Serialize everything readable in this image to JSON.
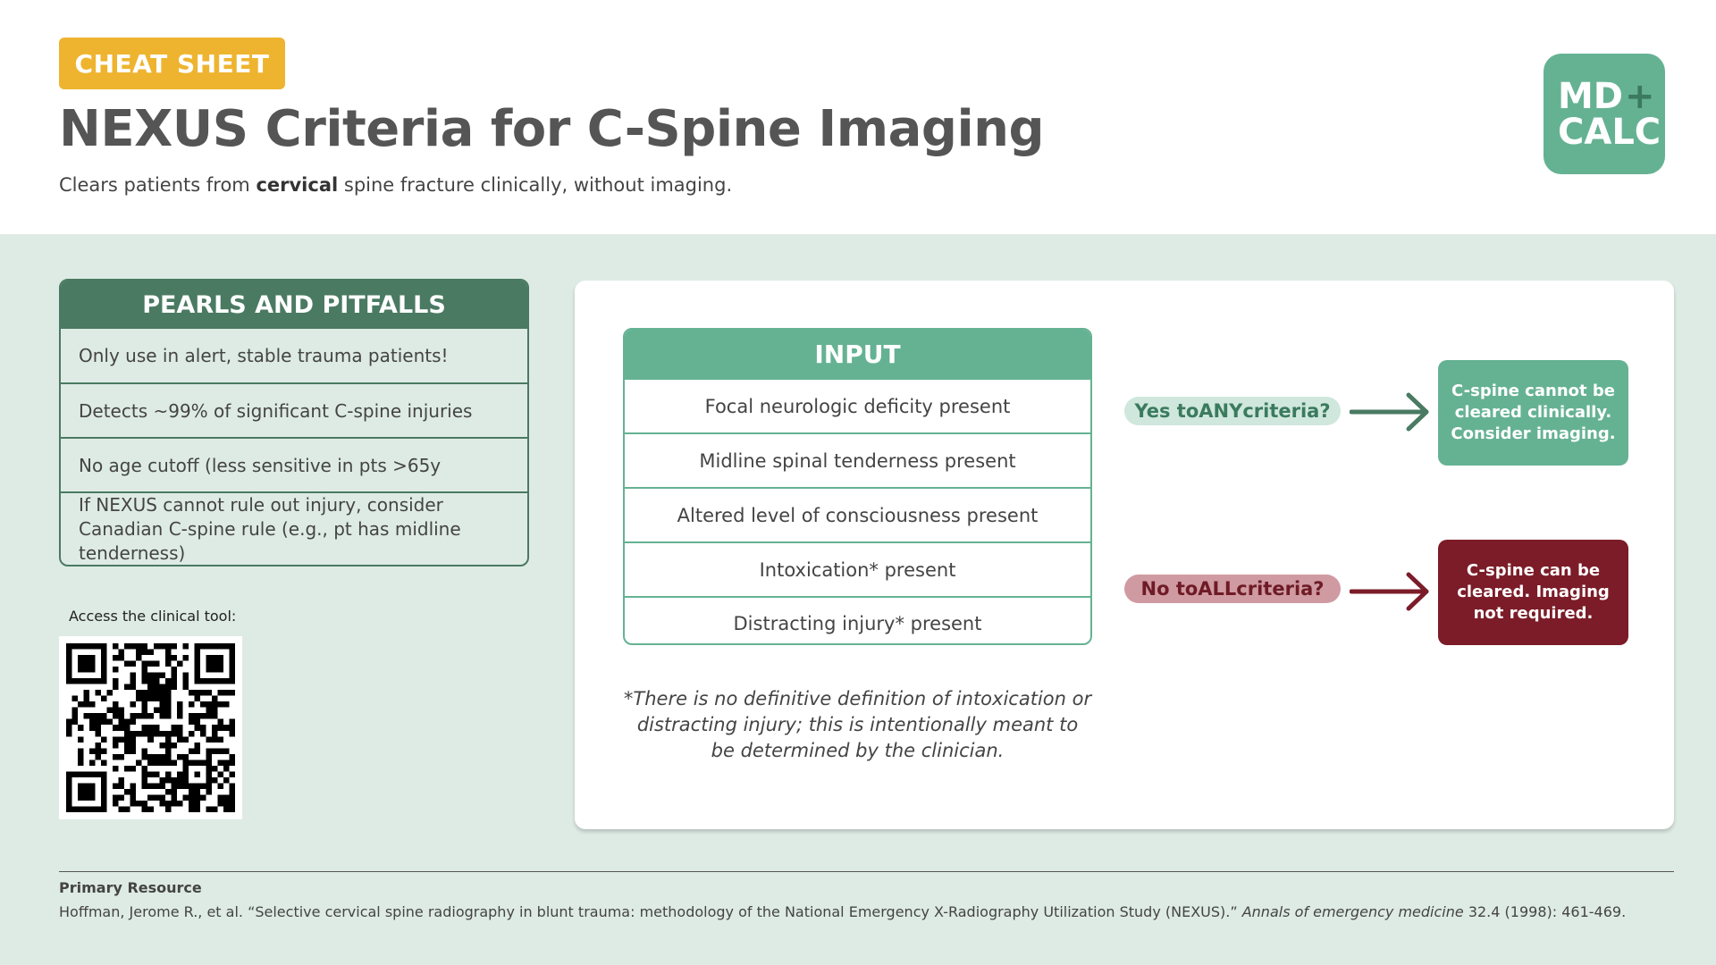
{
  "header": {
    "badge": "CHEAT SHEET",
    "title": "NEXUS Criteria for C-Spine Imaging",
    "subtitle_pre": "Clears patients from ",
    "subtitle_bold": "cervical",
    "subtitle_post": " spine fracture clinically, without imaging.",
    "logo_line1": "MD",
    "logo_plus": "+",
    "logo_line2": "CALC"
  },
  "pearls": {
    "title": "PEARLS AND PITFALLS",
    "items": [
      "Only use in alert, stable trauma patients!",
      "Detects ~99% of significant C-spine injuries",
      "No age cutoff (less sensitive in pts >65y",
      "If NEXUS cannot rule out injury, consider Canadian C-spine rule (e.g., pt has midline tenderness)"
    ]
  },
  "access": {
    "label": "Access the clinical tool:"
  },
  "input": {
    "title": "INPUT",
    "rows": [
      "Focal neurologic deficity present",
      "Midline spinal tenderness present",
      "Altered level of consciousness present",
      "Intoxication* present",
      "Distracting injury* present"
    ],
    "footnote": "*There is no definitive definition of intoxication or distracting injury; this is intentionally meant to be determined by the clinician."
  },
  "branches": {
    "yes_pre": "Yes to ",
    "yes_bold": "ANY",
    "yes_post": " criteria?",
    "no_pre": "No to ",
    "no_bold": "ALL",
    "no_post": " criteria?",
    "yes_outcome": "C-spine cannot be cleared clinically. Consider imaging.",
    "no_outcome": "C-spine can be cleared. Imaging not required."
  },
  "footer": {
    "label": "Primary Resource",
    "citation_pre": "Hoffman, Jerome R., et al. “Selective cervical spine radiography in blunt trauma: methodology of the National Emergency X-Radiography Utilization Study (NEXUS).” ",
    "citation_journal": "Annals of emergency medicine",
    "citation_post": " 32.4 (1998): 461-469."
  },
  "colors": {
    "badge": "#eeb430",
    "green": "#65b293",
    "dark_green": "#4a7a62",
    "red": "#7b1c28",
    "background": "#deebe5"
  }
}
